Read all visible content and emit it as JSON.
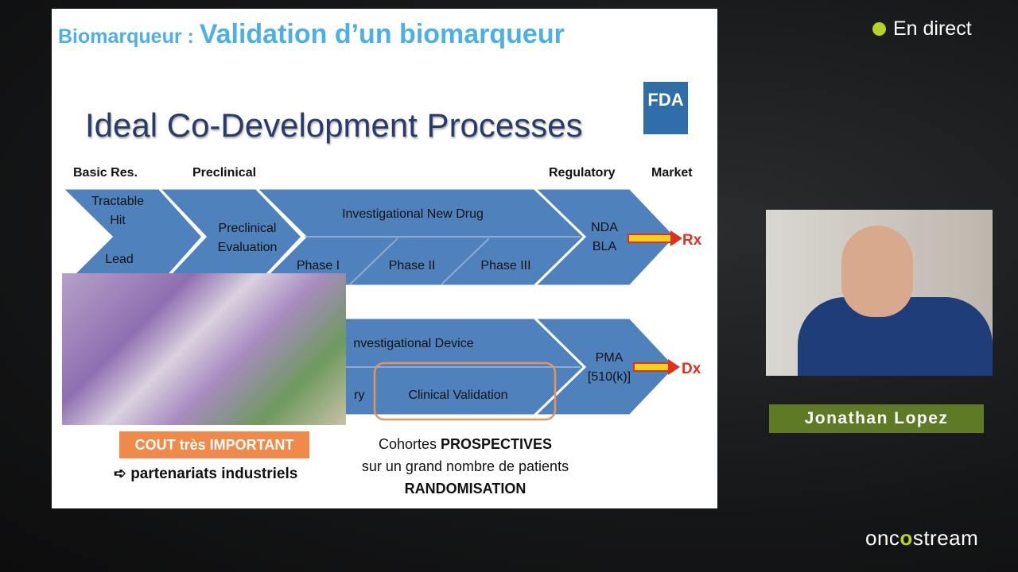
{
  "slide": {
    "title_small": "Biomarqueur :",
    "title_big": "Validation d’un biomarqueur",
    "subtitle": "Ideal Co-Development Processes",
    "logo": "FDA",
    "stages": [
      "Basic Res.",
      "Preclinical",
      "Regulatory",
      "Market"
    ],
    "drug_row": {
      "c1a": "Tractable",
      "c1b": "Hit",
      "c1c": "Lead",
      "c2a": "Preclinical",
      "c2b": "Evaluation",
      "ind": "Investigational New Drug",
      "phases": [
        "Phase I",
        "Phase II",
        "Phase III"
      ],
      "nda": "NDA",
      "bla": "BLA",
      "out": "Rx"
    },
    "device_row": {
      "ide": "nvestigational Device",
      "partial": "ry",
      "clinical": "Clinical Validation",
      "pma": "PMA",
      "k": "[510(k)]",
      "out": "Dx"
    },
    "cost": "COUT très IMPORTANT",
    "partner": "partenariats industriels",
    "partner_arrow": "➪",
    "cohort_1": "Cohortes ",
    "cohort_bold": "PROSPECTIVES",
    "cohort_2": "sur un grand nombre de patients",
    "cohort_3": "RANDOMISATION"
  },
  "live": "En direct",
  "speaker": "Jonathan Lopez",
  "brand": {
    "a": "onc",
    "o": "o",
    "b": "stream"
  },
  "colors": {
    "chevron": "#4f81bd",
    "accent": "#b9d22a",
    "name_bar": "#5e7a25"
  }
}
